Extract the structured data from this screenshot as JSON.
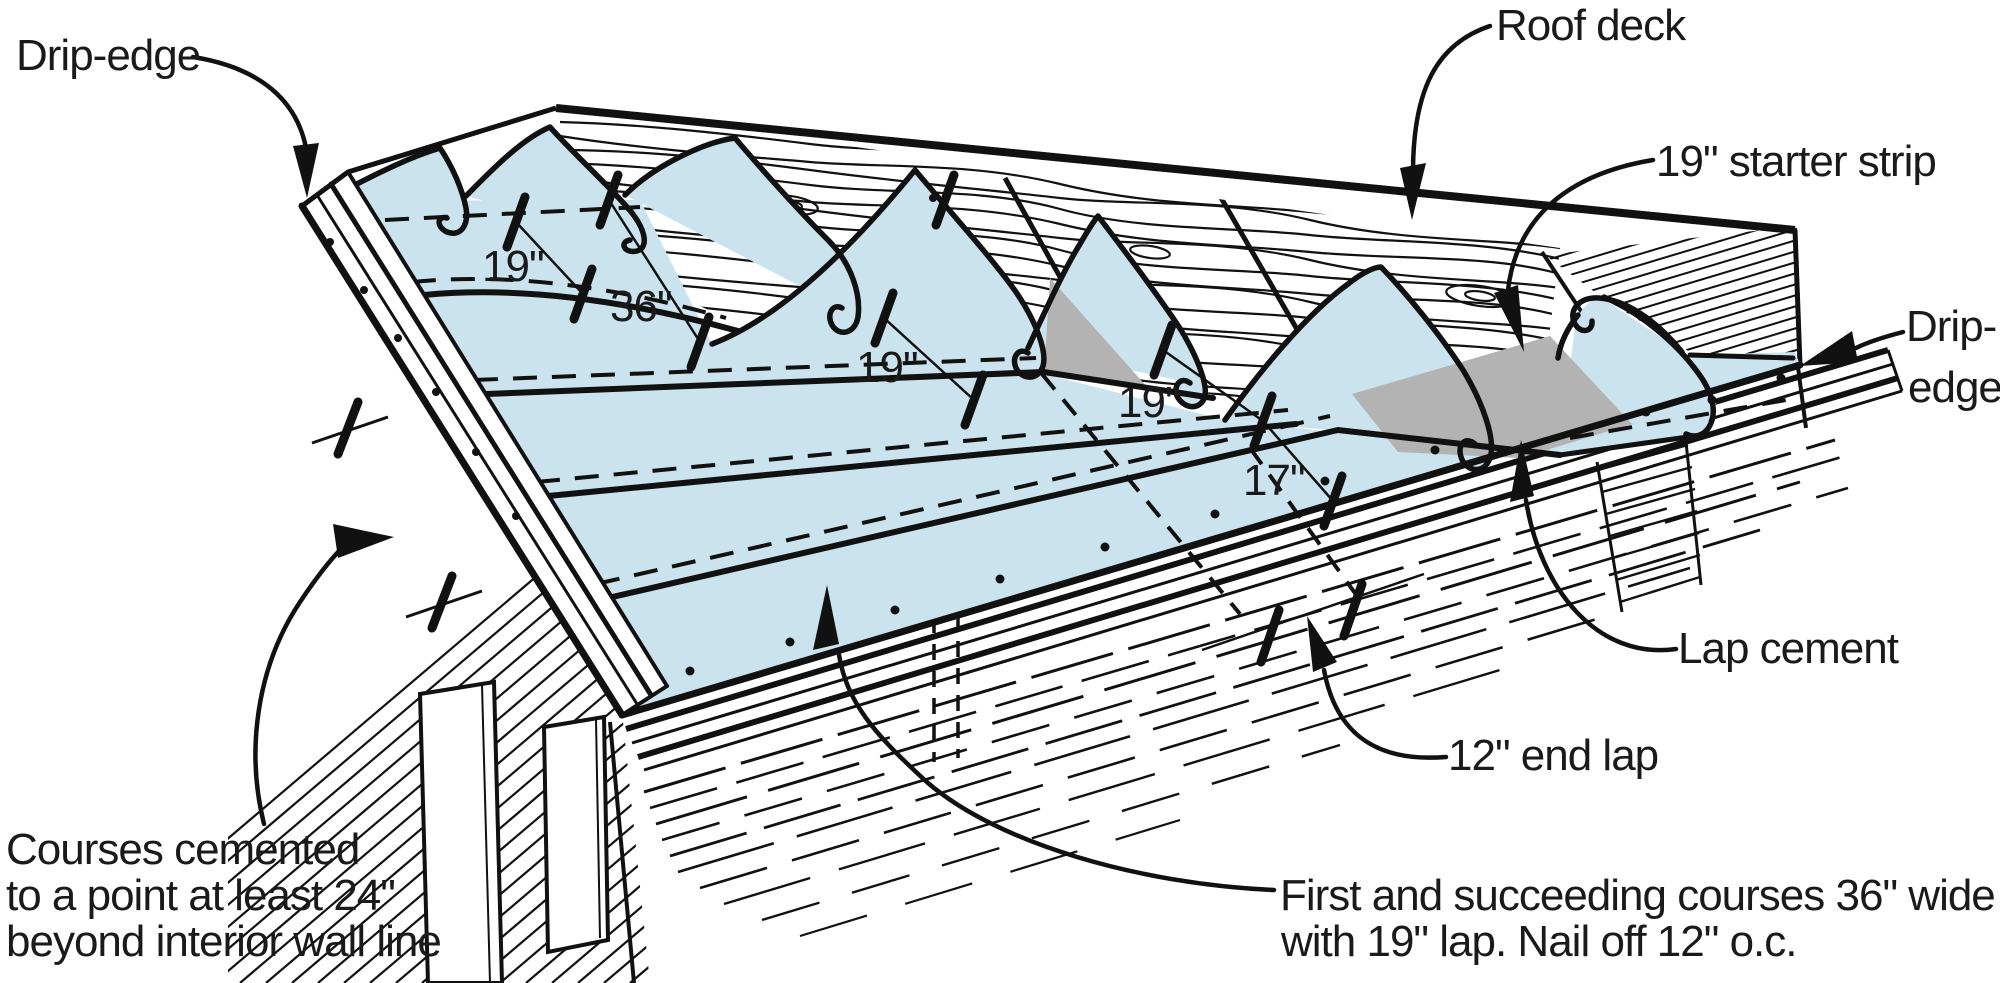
{
  "figure": {
    "type": "technical-diagram",
    "subject": "Roll roofing installation over roof deck",
    "background": "#ffffff",
    "colors": {
      "roofing_blue": "#cbe3ee",
      "lap_cement_gray": "#b3b3b3",
      "line_ink": "#111111",
      "text": "#1a1a1a"
    },
    "labels": {
      "drip_edge_left": "Drip-edge",
      "roof_deck": "Roof deck",
      "starter_strip": "19\" starter strip",
      "drip_edge_right_line1": "Drip-",
      "drip_edge_right_line2": "edge",
      "lap_cement": "Lap cement",
      "end_lap": "12\" end lap",
      "courses_cemented_line1": "Courses cemented",
      "courses_cemented_line2": "to a point at least 24\"",
      "courses_cemented_line3": "beyond interior wall line",
      "first_courses_line1": "First and succeeding courses 36\" wide",
      "first_courses_line2": "with 19\" lap. Nail off 12\" o.c."
    },
    "measurements": {
      "m19_top": "19\"",
      "m36": "36\"",
      "m19_mid": "19\"",
      "m19_right": "19\"",
      "m17": "17\""
    }
  }
}
